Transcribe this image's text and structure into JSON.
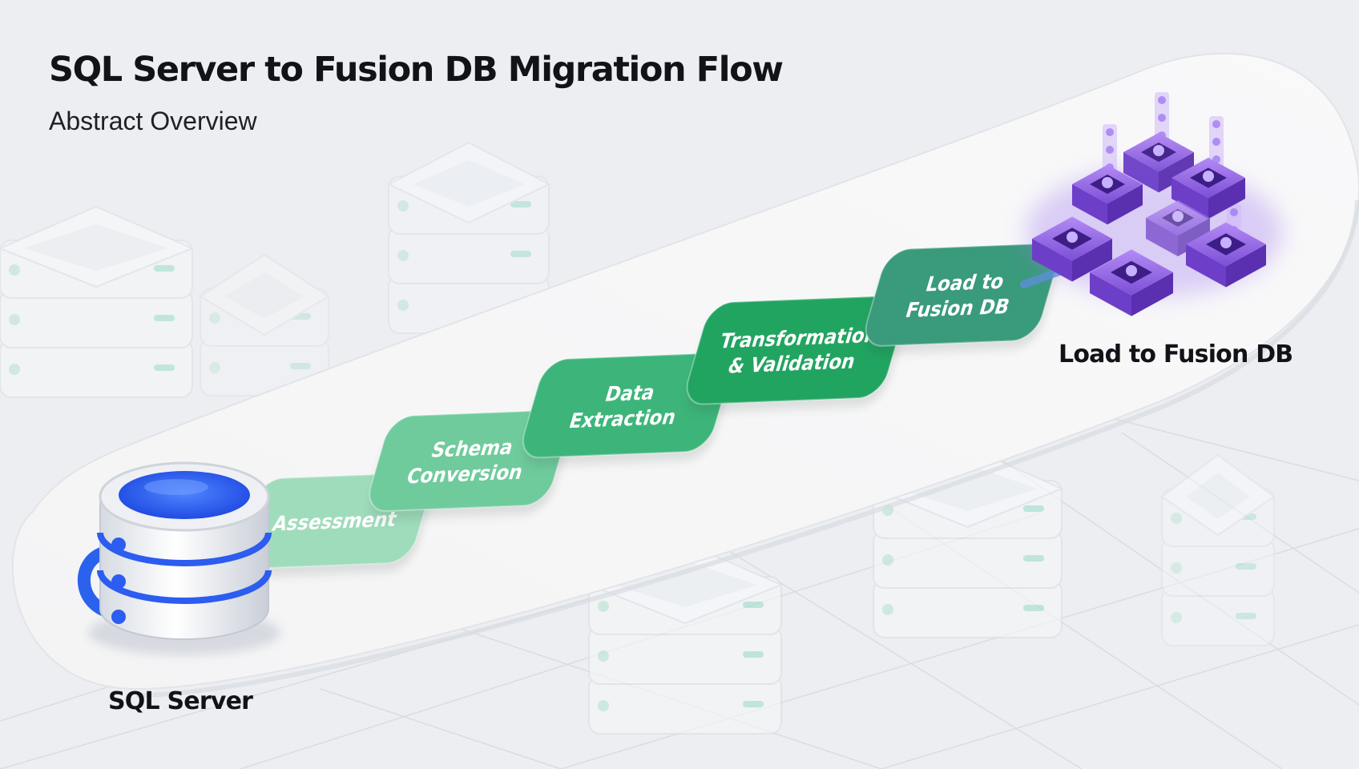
{
  "header": {
    "title": "SQL Server to Fusion DB Migration Flow",
    "subtitle": "Abstract Overview"
  },
  "source": {
    "label": "SQL Server",
    "icon": "database-cylinder-icon"
  },
  "target": {
    "label": "Load to Fusion DB",
    "icon": "fusion-db-cluster-icon"
  },
  "steps": [
    {
      "label_lines": [
        "Assessment"
      ],
      "color": "#9fdcbb",
      "text_color": "#ffffff"
    },
    {
      "label_lines": [
        "Schema",
        "Conversion"
      ],
      "color": "#6fcb9c",
      "text_color": "#ffffff"
    },
    {
      "label_lines": [
        "Data",
        "Extraction"
      ],
      "color": "#3db57a",
      "text_color": "#ffffff"
    },
    {
      "label_lines": [
        "Transformation",
        "& Validation"
      ],
      "color": "#22a461",
      "text_color": "#ffffff"
    },
    {
      "label_lines": [
        "Load to",
        "Fusion DB"
      ],
      "color": "#3a9a7c",
      "text_color": "#ffffff"
    }
  ],
  "colors": {
    "background": "#eceef2",
    "ribbon": "#f6f6f7",
    "arrow": "#2fa46a",
    "sql_blue": "#2f5ef2",
    "fusion_purple": "#8a5ddc"
  }
}
